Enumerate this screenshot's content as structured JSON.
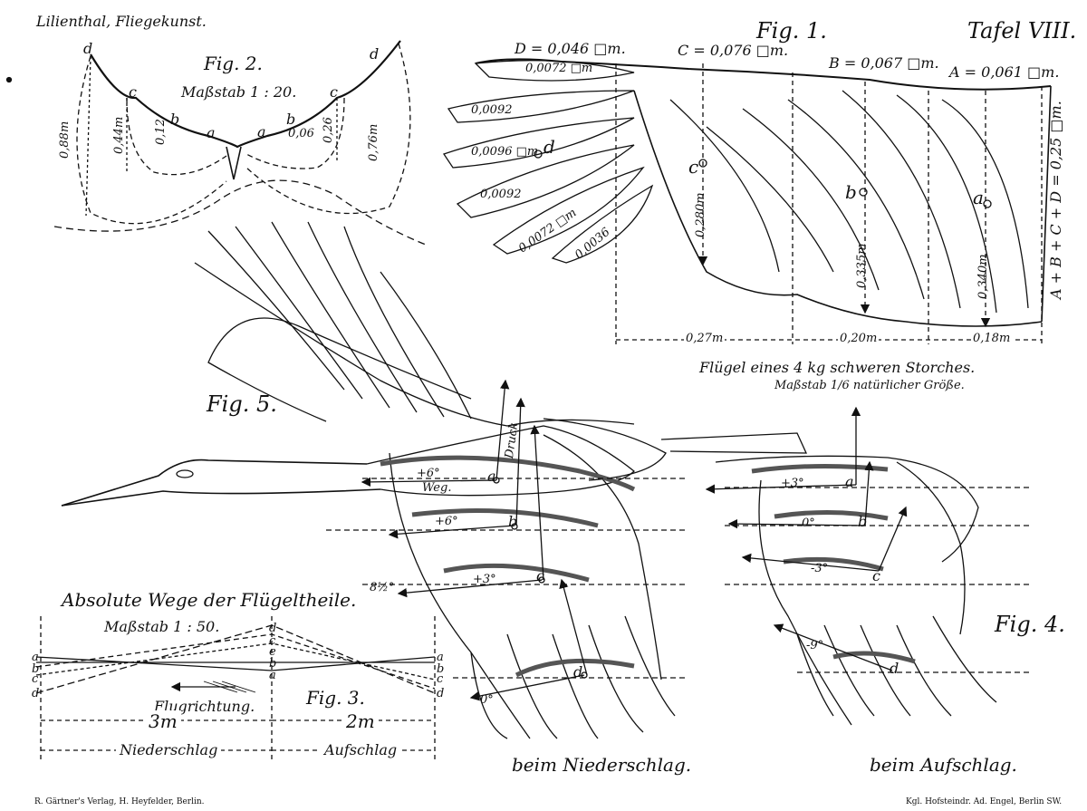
{
  "header": {
    "left": "Lilienthal, Fliegekunst.",
    "fig1": "Fig. 1.",
    "plate": "Tafel VIII."
  },
  "fig2": {
    "title": "Fig. 2.",
    "scale": "Maßstab 1 : 20.",
    "letters": [
      "d",
      "c",
      "b",
      "a",
      "a",
      "b",
      "c",
      "d"
    ],
    "dims": [
      "0,88m",
      "0,44m",
      "0,12",
      "0,06",
      "0,26",
      "0,76m"
    ]
  },
  "fig1": {
    "areas": {
      "D": "D = 0,046 □m.",
      "C": "C = 0,076 □m.",
      "B": "B = 0,067 □m.",
      "A": "A = 0,061 □m."
    },
    "feathers": [
      "0,0072 □m",
      "0,0092",
      "0,0096 □m",
      "0,0092",
      "0,0072 □m",
      "0,0036"
    ],
    "points": [
      "d",
      "c",
      "b",
      "a"
    ],
    "heights": [
      "0,280m",
      "0,335m",
      "0,340m"
    ],
    "sum": "A + B + C + D = 0,25 □m.",
    "spans": [
      "0,27m",
      "0,20m",
      "0,18m"
    ],
    "caption": "Flügel eines 4 kg schweren Storches.",
    "scale": "Maßstab 1/6 natürlicher Größe."
  },
  "fig5": {
    "title": "Fig. 5.",
    "druck": "Druck",
    "weg": "Weg.",
    "angles": [
      "+6°",
      "+6°",
      "+3°",
      "8½°",
      "0°"
    ],
    "points": [
      "a",
      "b",
      "c",
      "d"
    ],
    "caption": "beim Niederschlag."
  },
  "fig4": {
    "title": "Fig. 4.",
    "angles": [
      "+3°",
      "0°",
      "-3°",
      "-9°"
    ],
    "points": [
      "a",
      "b",
      "c",
      "d"
    ],
    "caption": "beim Aufschlag."
  },
  "fig3": {
    "title": "Absolute Wege der Flügeltheile.",
    "scale": "Maßstab 1 : 50.",
    "fig": "Fig. 3.",
    "direction": "Flugrichtung.",
    "left_letters": [
      "a",
      "b",
      "c",
      "d"
    ],
    "mid_letters": [
      "d",
      "c",
      "e",
      "b",
      "a"
    ],
    "right_letters": [
      "a",
      "b",
      "c",
      "d"
    ],
    "dist1": "3m",
    "dist2": "2m",
    "phase1": "Niederschlag",
    "phase2": "Aufschlag"
  },
  "footer": {
    "left": "R. Gärtner's Verlag, H. Heyfelder, Berlin.",
    "right": "Kgl. Hofsteindr. Ad. Engel, Berlin SW."
  }
}
